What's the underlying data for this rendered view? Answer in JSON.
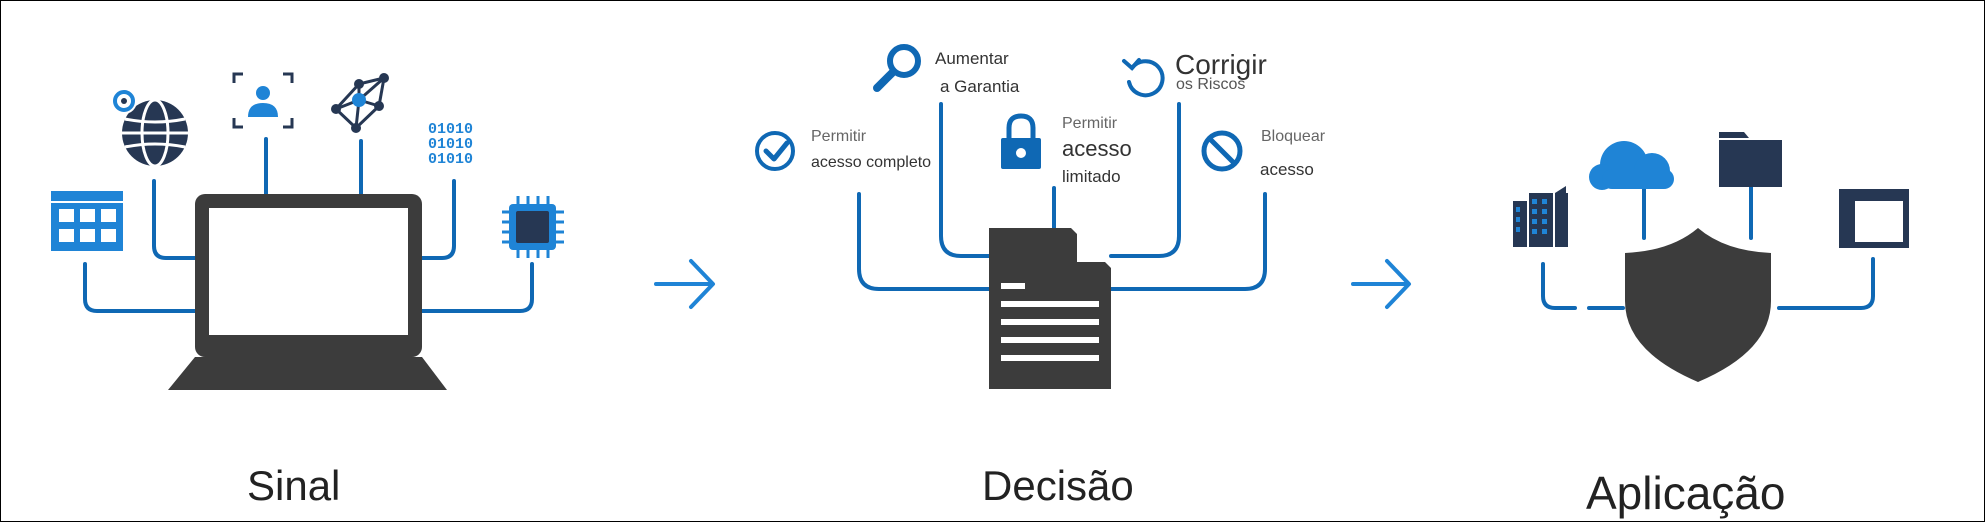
{
  "columns": {
    "signal": "Sinal",
    "decision": "Decisão",
    "enforcement": "Aplicação"
  },
  "decision_options": {
    "increase_assurance": {
      "line1": "Aumentar",
      "line2": "a Garantia"
    },
    "fix_risks": {
      "line1": "Corrigir",
      "line2": "os Riscos"
    },
    "allow_full": {
      "line1": "Permitir",
      "line2": "acesso completo"
    },
    "allow_limited": {
      "line1": "Permitir",
      "line2": "acesso",
      "line3": "limitado"
    },
    "block": {
      "line1": "Bloquear",
      "line2": "acesso"
    }
  },
  "icons": {
    "signal": [
      "app-grid-icon",
      "globe-location-icon",
      "user-scan-icon",
      "network-nodes-icon",
      "binary-data-icon",
      "chip-icon",
      "laptop-icon"
    ],
    "decision": [
      "magnifier-icon",
      "refresh-icon",
      "checkmark-icon",
      "lock-icon",
      "block-icon",
      "document-icon"
    ],
    "enforcement": [
      "buildings-icon",
      "cloud-icon",
      "folder-icon",
      "window-icon",
      "shield-icon"
    ],
    "flow": [
      "arrow-right-icon",
      "arrow-right-icon"
    ]
  },
  "colors": {
    "blue": "#0f68b4",
    "light_blue": "#1f84d6",
    "navy": "#263753",
    "dark": "#3c3c3c",
    "text": "#333333"
  }
}
